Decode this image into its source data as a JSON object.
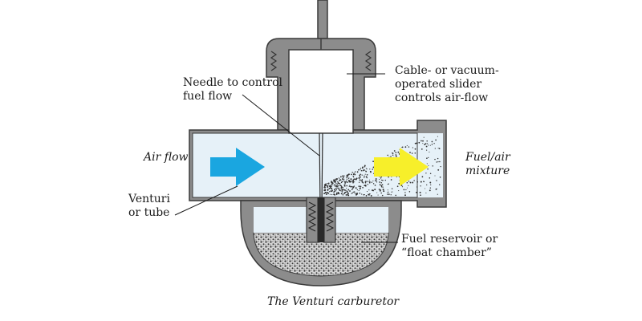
{
  "labels": {
    "needle_line1": "Needle to control",
    "needle_line2": "fuel flow",
    "slider_line1": "Cable- or vacuum-",
    "slider_line2": "operated slider",
    "slider_line3": "controls air-flow",
    "air_flow": "Air flow",
    "fuel_air_line1": "Fuel/air",
    "fuel_air_line2": "mixture",
    "venturi_line1": "Venturi",
    "venturi_line2": "or tube",
    "reservoir_line1": "Fuel reservoir or",
    "reservoir_line2": "“float chamber”"
  },
  "caption": "The Venturi carburetor",
  "colors": {
    "casing": "#8c8c8c",
    "casing_stroke": "#3a3a3a",
    "air_channel": "#e6f1f8",
    "inlet_arrow": "#1aa6e0",
    "outlet_arrow": "#f7ef2a",
    "fuel": "#2a2a2a"
  }
}
